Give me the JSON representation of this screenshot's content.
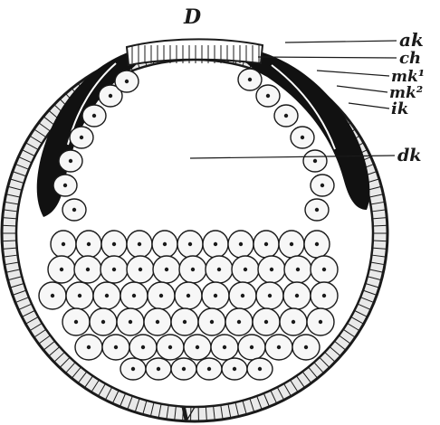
{
  "figure": {
    "labels": {
      "dorsal": "D",
      "ventral": "V",
      "ak": "ak",
      "ch": "ch",
      "mk1": "mk¹",
      "mk2": "mk²",
      "ik": "ik",
      "dk": "dk"
    },
    "colors": {
      "ink": "#1a1a1a",
      "paper": "#ffffff",
      "cell_fill": "#f7f7f7",
      "mesoderm": "#111111"
    }
  }
}
